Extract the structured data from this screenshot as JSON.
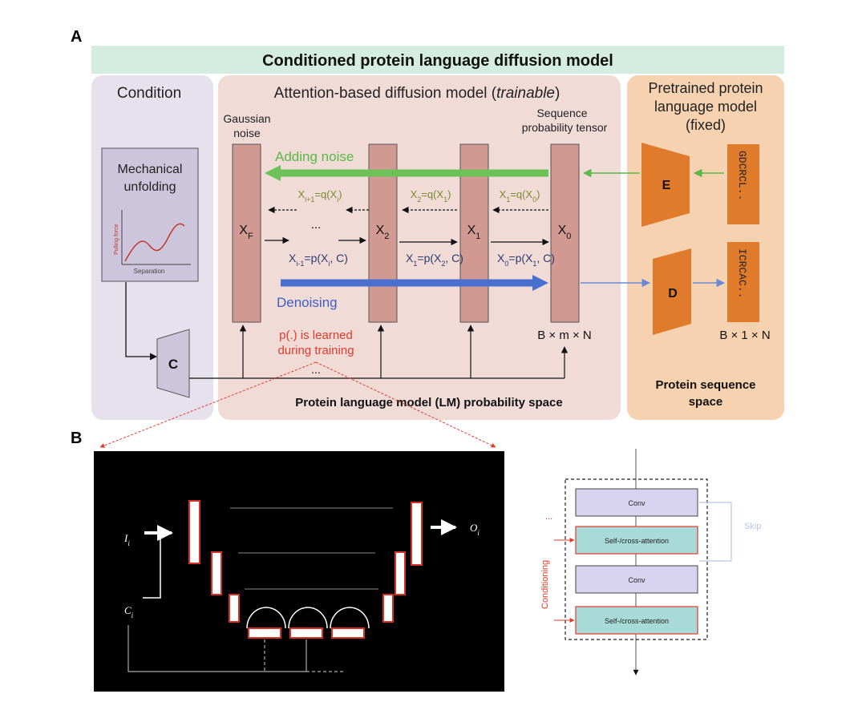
{
  "panel_a": {
    "letter": "A",
    "banner_title": "Conditioned protein language diffusion model",
    "condition": {
      "title": "Condition",
      "box_title_line1": "Mechanical",
      "box_title_line2": "unfolding",
      "plot_ylabel": "Pulling force",
      "plot_xlabel": "Separation",
      "encoder_label": "C"
    },
    "diffusion": {
      "title_prefix": "Attention-based diffusion model (",
      "title_italic": "trainable",
      "title_suffix": ")",
      "gaussian_line1": "Gaussian",
      "gaussian_line2": "noise",
      "tensor_line1": "Sequence",
      "tensor_line2": "probability tensor",
      "adding_noise": "Adding noise",
      "denoising": "Denoising",
      "columns": [
        "XF",
        "X2",
        "X1",
        "X0"
      ],
      "forward_labels": [
        "Xi+1=q(Xi)",
        "X2=q(X1)",
        "X1=q(X0)"
      ],
      "reverse_labels": [
        "Xi-1=p(Xi, C)",
        "X1=p(X2, C)",
        "X0=p(X1, C)"
      ],
      "ellipsis": "...",
      "learned_line1": "p(.) is learned",
      "learned_line2": "during training",
      "dims": "B × m × N",
      "space_label": "Protein language model (LM) probability space"
    },
    "pretrained": {
      "title_line1": "Pretrained protein",
      "title_line2": "language model",
      "title_line3": "(fixed)",
      "encoder": "E",
      "decoder": "D",
      "seq_in": "GDCRCL..",
      "seq_out": "ICRCAC..",
      "dims": "B × 1 × N",
      "space_line1": "Protein sequence",
      "space_line2": "space"
    },
    "colors": {
      "banner": "#d5ede0",
      "condition_bg": "#e6e1ec",
      "diffusion_bg": "#f0dbd7",
      "pretrained_bg": "#f6d2b0",
      "column": "#d29992",
      "orange": "#e07b2c",
      "purple_box": "#cdc5db",
      "green": "#5ab84a",
      "blue": "#4a6fcf",
      "red": "#e23a2a"
    }
  },
  "panel_b": {
    "letter": "B",
    "input_label": "I",
    "input_sub": "i",
    "cond_label": "C",
    "cond_sub": "i",
    "output_label": "O",
    "output_sub": "i",
    "block": {
      "conv1": "Conv",
      "attn1": "Self-/cross-attention",
      "conv2": "Conv",
      "attn2": "Self-/cross-attention",
      "skip": "Skip",
      "conditioning": "Conditioning",
      "dots": "..."
    }
  }
}
